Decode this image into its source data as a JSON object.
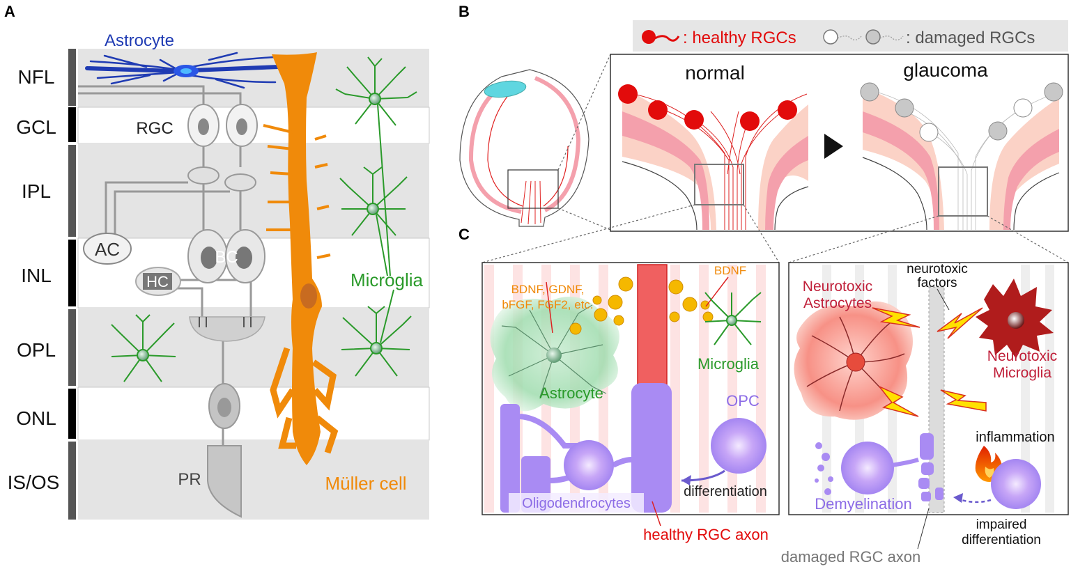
{
  "panel_a": {
    "letter": "A",
    "layers": [
      "NFL",
      "GCL",
      "IPL",
      "INL",
      "OPL",
      "ONL",
      "IS/OS"
    ],
    "cells": {
      "astrocyte": "Astrocyte",
      "rgc": "RGC",
      "ac": "AC",
      "bc": "BC",
      "hc": "HC",
      "pr": "PR",
      "microglia": "Microglia",
      "muller": "Müller cell"
    },
    "colors": {
      "astrocyte": "#1f3bb3",
      "muller": "#f08a0a",
      "microglia": "#2a9a2a"
    }
  },
  "panel_b": {
    "letter": "B",
    "legend_healthy": ": healthy RGCs",
    "legend_damaged": ": damaged RGCs",
    "normal": "normal",
    "glaucoma": "glaucoma"
  },
  "panel_c": {
    "letter": "C",
    "left": {
      "factors": [
        "BDNF, GDNF,",
        "bFGF, FGF2, etc."
      ],
      "bdnf": "BDNF",
      "astrocyte": "Astrocyte",
      "microglia": "Microglia",
      "opc": "OPC",
      "differentiation": "differentiation",
      "oligodendrocytes": "Oligodendrocytes",
      "axon": "healthy RGC axon"
    },
    "right": {
      "neurotoxic_astrocytes": [
        "Neurotoxic",
        "Astrocytes"
      ],
      "neurotoxic_factors": [
        "neurotoxic",
        "factors"
      ],
      "neurotoxic_microglia": [
        "Neurotoxic",
        "Microglia"
      ],
      "inflammation": "inflammation",
      "demyelination": "Demyelination",
      "impaired": [
        "impaired",
        "differentiation"
      ],
      "axon": "damaged RGC axon"
    }
  }
}
